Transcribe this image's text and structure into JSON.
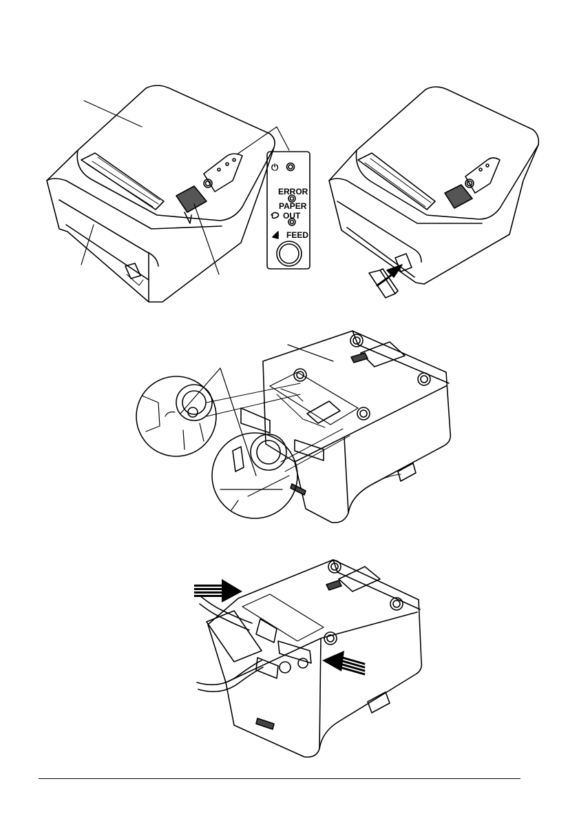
{
  "control_panel": {
    "power_symbol": "⏻",
    "error_label": "ERROR",
    "paper_label": "PAPER",
    "out_label": "OUT",
    "feed_label": "FEED"
  },
  "icons": [
    "power-icon",
    "paper-out-icon",
    "feed-icon",
    "insert-arrow-icon"
  ],
  "colors": {
    "line": "#000000",
    "background": "#ffffff"
  }
}
